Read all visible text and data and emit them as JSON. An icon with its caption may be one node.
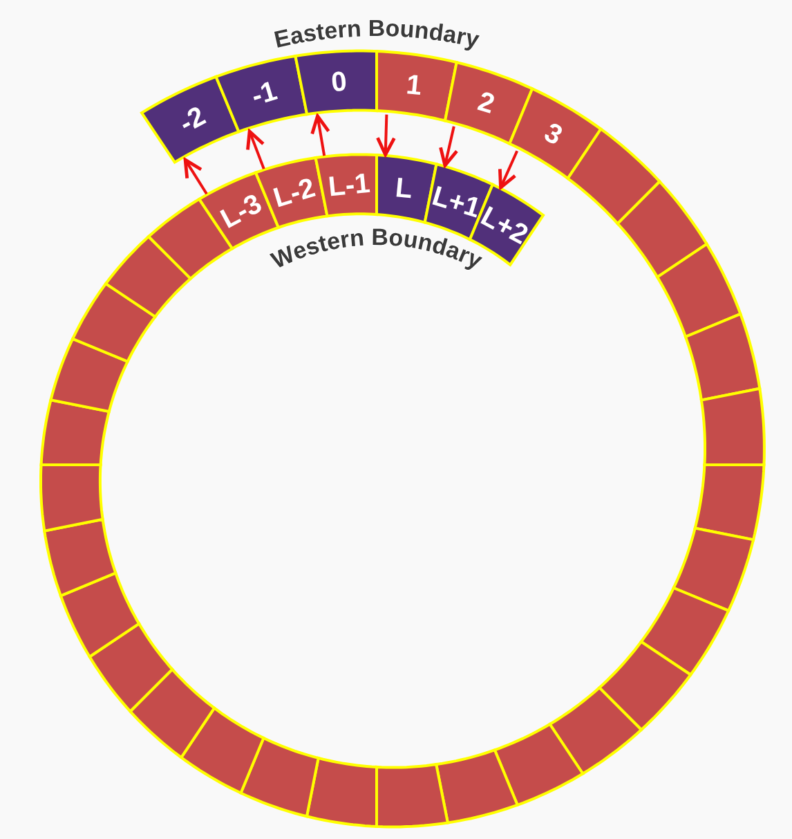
{
  "diagram": {
    "nodes": [
      {
        "text": [
          "-2"
        ]
      },
      {
        "text": [
          "-1"
        ]
      },
      {
        "text": [
          "0"
        ]
      },
      {
        "text": [
          "1"
        ]
      },
      {
        "text": [
          "2"
        ]
      },
      {
        "text": [
          "3"
        ]
      },
      {
        "text": [],
        "shape": "box"
      },
      {
        "text": [],
        "shape": "box"
      },
      {
        "text": [],
        "shape": "box"
      },
      {
        "text": [],
        "shape": "box"
      },
      {
        "text": [],
        "shape": "box"
      },
      {
        "text": [],
        "shape": "box"
      },
      {
        "text": [],
        "shape": "box"
      },
      {
        "text": [],
        "shape": "box"
      },
      {
        "text": [],
        "shape": "box"
      },
      {
        "text": [],
        "shape": "box"
      },
      {
        "text": [],
        "shape": "box"
      },
      {
        "text": [],
        "shape": "box"
      },
      {
        "text": [],
        "shape": "box"
      },
      {
        "text": [],
        "shape": "box"
      },
      {
        "text": [],
        "shape": "box"
      },
      {
        "text": [],
        "shape": "box"
      },
      {
        "text": [],
        "shape": "box"
      },
      {
        "text": [],
        "shape": "box"
      },
      {
        "text": [],
        "shape": "box"
      },
      {
        "text": [],
        "shape": "box"
      },
      {
        "text": [],
        "shape": "box"
      },
      {
        "text": [],
        "shape": "box"
      },
      {
        "text": [],
        "shape": "box"
      },
      {
        "text": [],
        "shape": "box"
      },
      {
        "text": [],
        "shape": "box"
      },
      {
        "text": [],
        "shape": "box"
      },
      {
        "text": [
          "L-3"
        ]
      },
      {
        "text": [
          "L-2"
        ]
      },
      {
        "text": [
          "L-1"
        ]
      },
      {
        "text": [
          "L"
        ]
      },
      {
        "text": [
          "L+1"
        ]
      },
      {
        "text": [
          "L+2"
        ]
      }
    ],
    "edges": [
      {
        "from": 32,
        "to": 0,
        "arrow": "to"
      },
      {
        "from": 33,
        "to": 1,
        "arrow": "to"
      },
      {
        "from": 34,
        "to": 2,
        "arrow": "to"
      },
      {
        "from": 3,
        "to": 35,
        "arrow": "to"
      },
      {
        "from": 4,
        "to": 36,
        "arrow": "to"
      },
      {
        "from": 5,
        "to": 37,
        "arrow": "to"
      }
    ],
    "labels": [
      "Eastern Boundary",
      "Western Boundary"
    ]
  }
}
